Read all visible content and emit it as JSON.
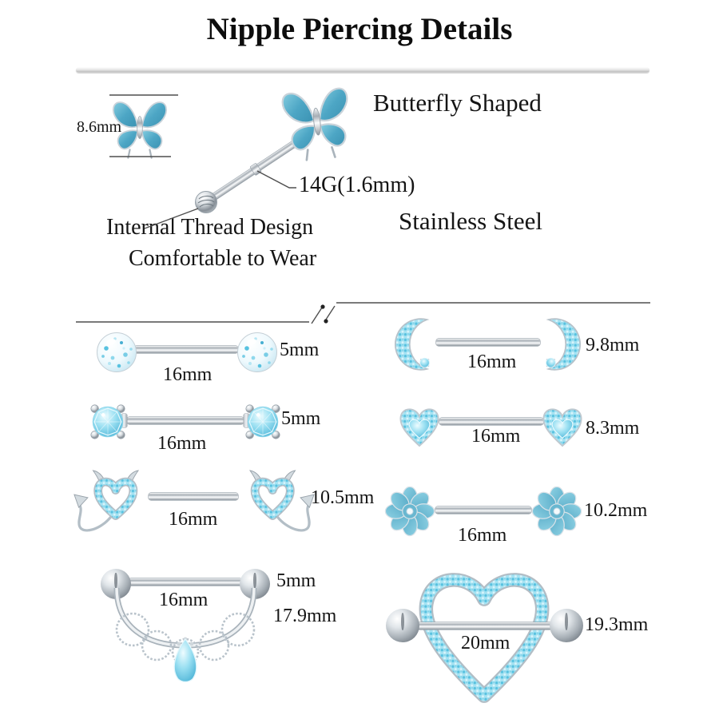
{
  "title": "Nipple Piercing Details",
  "hero": {
    "size_label": "8.6mm",
    "shape_label": "Butterfly Shaped",
    "gauge_label": "14G(1.6mm)",
    "thread_label": "Internal Thread Design",
    "comfort_label": "Comfortable to Wear",
    "material_label": "Stainless Steel"
  },
  "items": [
    {
      "style": "glitter-ball-barbell",
      "bar": "16mm",
      "end": "5mm"
    },
    {
      "style": "round-cz-barbell",
      "bar": "16mm",
      "end": "5mm"
    },
    {
      "style": "devil-heart-barbell",
      "bar": "16mm",
      "end": "10.5mm"
    },
    {
      "style": "lace-drop-barbell",
      "bar": "16mm",
      "end": "5mm",
      "height": "17.9mm"
    },
    {
      "style": "crescent-moon-barbell",
      "bar": "16mm",
      "end": "9.8mm"
    },
    {
      "style": "pave-heart-barbell",
      "bar": "16mm",
      "end": "8.3mm"
    },
    {
      "style": "flower-barbell",
      "bar": "16mm",
      "end": "10.2mm"
    },
    {
      "style": "heart-shield-barbell",
      "bar": "20mm",
      "end": "19.3mm"
    }
  ],
  "colors": {
    "enamel_blue": "#4da6c5",
    "crystal_aqua": "#8edcf0",
    "steel_gray": "#c9ced4",
    "line_gray": "#4f4f4f",
    "text_black": "#141414"
  }
}
